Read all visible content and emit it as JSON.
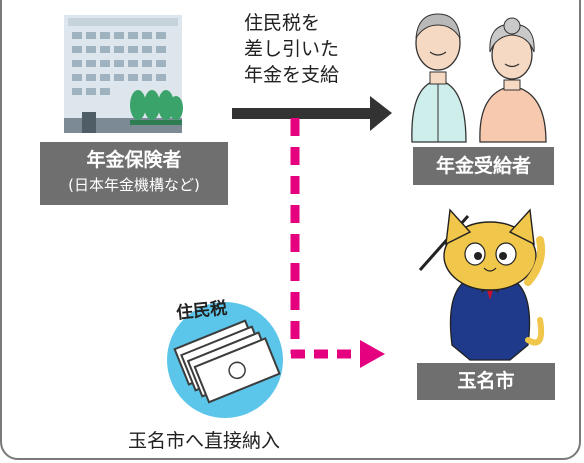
{
  "diagram": {
    "payer_name": "年金保険者",
    "payer_note": "(日本年金機構など)",
    "arrow_label_lines": [
      "住民税を",
      "差し引いた",
      "年金を支給"
    ],
    "recipient_label": "年金受給者",
    "city_label": "玉名市",
    "tax_label": "住民税",
    "direct_payment_caption": "玉名市へ直接納入"
  },
  "colors": {
    "label_box": "#6f6f6f",
    "dashed_arrow": "#e4007f",
    "solid_arrow": "#333333",
    "coin_circle": "#5bc6ea"
  },
  "icons": [
    "building-icon",
    "elderly-couple-icon",
    "cat-mascot-icon",
    "cash-bundle-icon"
  ]
}
